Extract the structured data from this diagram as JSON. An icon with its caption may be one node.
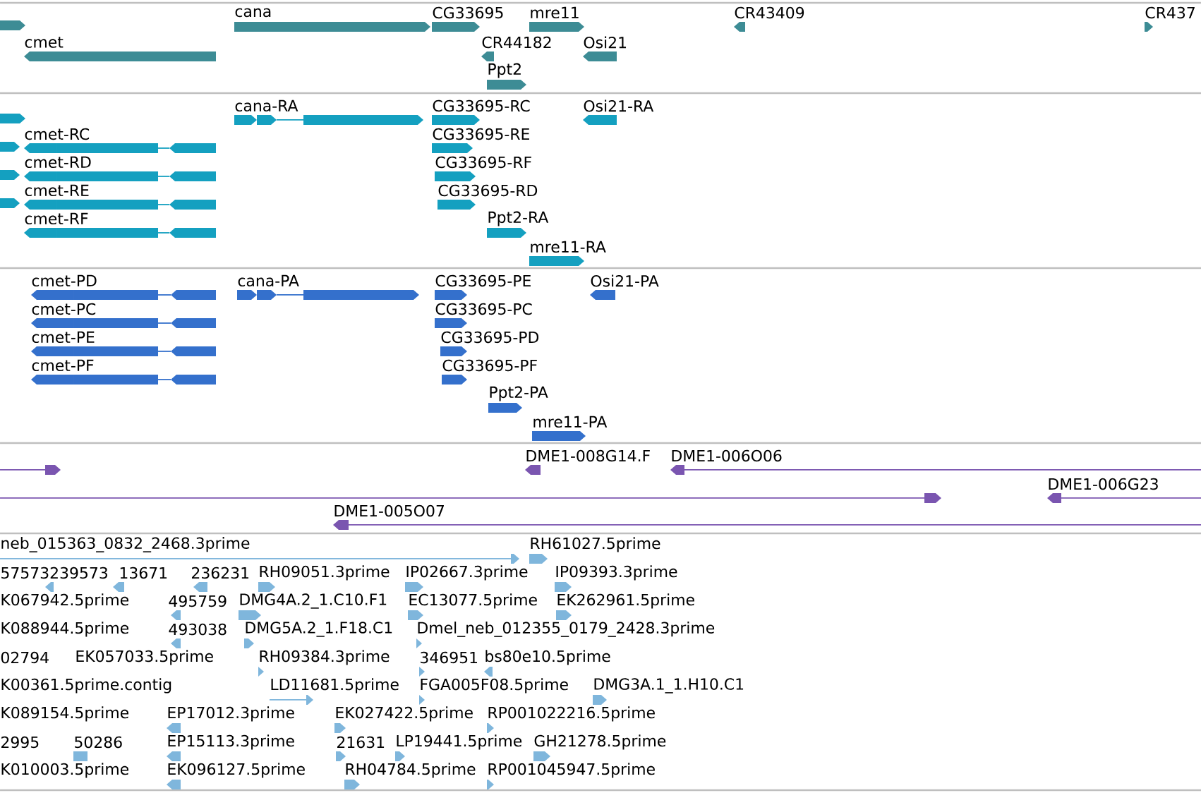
{
  "diagram": {
    "labels": [
      "cana",
      "CG33695",
      "mre11",
      "CR43409",
      "CR437",
      "cmet",
      "CR44182",
      "Osi21",
      "Ppt2",
      "cana-RA",
      "CG33695-RC",
      "Osi21-RA",
      "cmet-RC",
      "CG33695-RE",
      "cmet-RD",
      "CG33695-RF",
      "cmet-RE",
      "CG33695-RD",
      "cmet-RF",
      "Ppt2-RA",
      "mre11-RA",
      "cmet-PD",
      "cana-PA",
      "CG33695-PE",
      "Osi21-PA",
      "cmet-PC",
      "CG33695-PC",
      "cmet-PE",
      "CG33695-PD",
      "cmet-PF",
      "CG33695-PF",
      "Ppt2-PA",
      "mre11-PA",
      "DME1-008G14.F",
      "DME1-006O06",
      "DME1-006G23",
      "DME1-005O07",
      "neb_015363_0832_2468.3prime",
      "RH61027.5prime",
      "57573239573",
      "13671",
      "236231",
      "RH09051.3prime",
      "IP02667.3prime",
      "IP09393.3prime",
      "K067942.5prime",
      "495759",
      "DMG4A.2_1.C10.F1",
      "EC13077.5prime",
      "EK262961.5prime",
      "K088944.5prime",
      "493038",
      "DMG5A.2_1.F18.C1",
      "Dmel_neb_012355_0179_2428.3prime",
      "02794",
      "EK057033.5prime",
      "RH09384.3prime",
      "346951",
      "bs80e10.5prime",
      "K00361.5prime.contig",
      "LD11681.5prime",
      "FGA005F08.5prime",
      "DMG3A.1_1.H10.C1",
      "K089154.5prime",
      "EP17012.3prime",
      "EK027422.5prime",
      "RP001022216.5prime",
      "2995",
      "50286",
      "EP15113.3prime",
      "21631",
      "LP19441.5prime",
      "GH21278.5prime",
      "K010003.5prime",
      "EK096127.5prime",
      "RH04784.5prime",
      "RP001045947.5prime"
    ]
  }
}
